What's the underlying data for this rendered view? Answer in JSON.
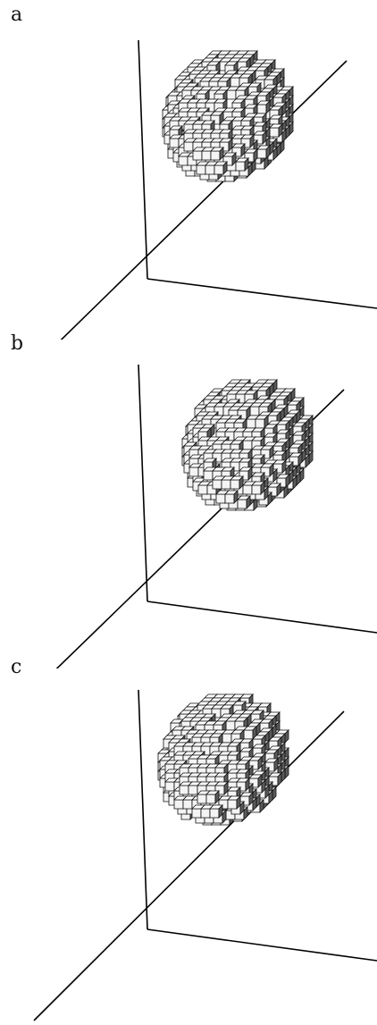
{
  "panels": [
    {
      "label": "a"
    },
    {
      "label": "b"
    },
    {
      "label": "c"
    }
  ],
  "colors": {
    "axis": "#000000",
    "cube_face": "#f4f4f4",
    "cube_top": "#ffffff",
    "cube_side": "#5a5a5a",
    "cube_edge": "#111111"
  }
}
